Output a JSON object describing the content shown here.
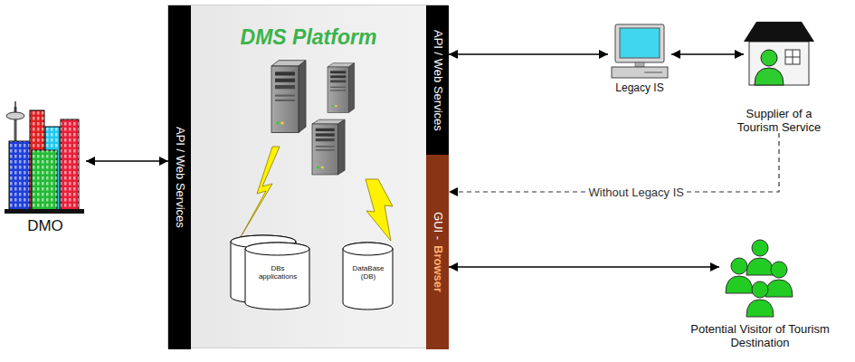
{
  "diagram": {
    "nodes": [
      {
        "text": [
          "DMO"
        ]
      },
      {
        "text": [
          "DMS Platform"
        ]
      },
      {
        "text": [
          "API / Web Services"
        ],
        "in": 1
      },
      {
        "text": [
          "API / Web Services"
        ],
        "in": 1
      },
      {
        "text": [
          "GUI -",
          "Browser"
        ],
        "in": 1
      },
      {
        "text": [
          "DBs applications"
        ],
        "in": 1
      },
      {
        "text": [
          "DataBase (DB)"
        ],
        "in": 1
      },
      {
        "text": [
          "Legacy IS"
        ]
      },
      {
        "text": [
          "Supplier of a Tourism Service"
        ]
      },
      {
        "text": [
          "Potential Visitor of Tourism Destination"
        ]
      }
    ],
    "edges": [
      {
        "from": 0,
        "to": 2,
        "arrow": "both"
      },
      {
        "from": 3,
        "to": 7,
        "arrow": "both"
      },
      {
        "from": 7,
        "to": 8,
        "arrow": "both"
      },
      {
        "from": 8,
        "to": 4,
        "label": "Without Legacy IS",
        "arrow": "to"
      },
      {
        "from": 4,
        "to": 9,
        "arrow": "both"
      }
    ]
  }
}
